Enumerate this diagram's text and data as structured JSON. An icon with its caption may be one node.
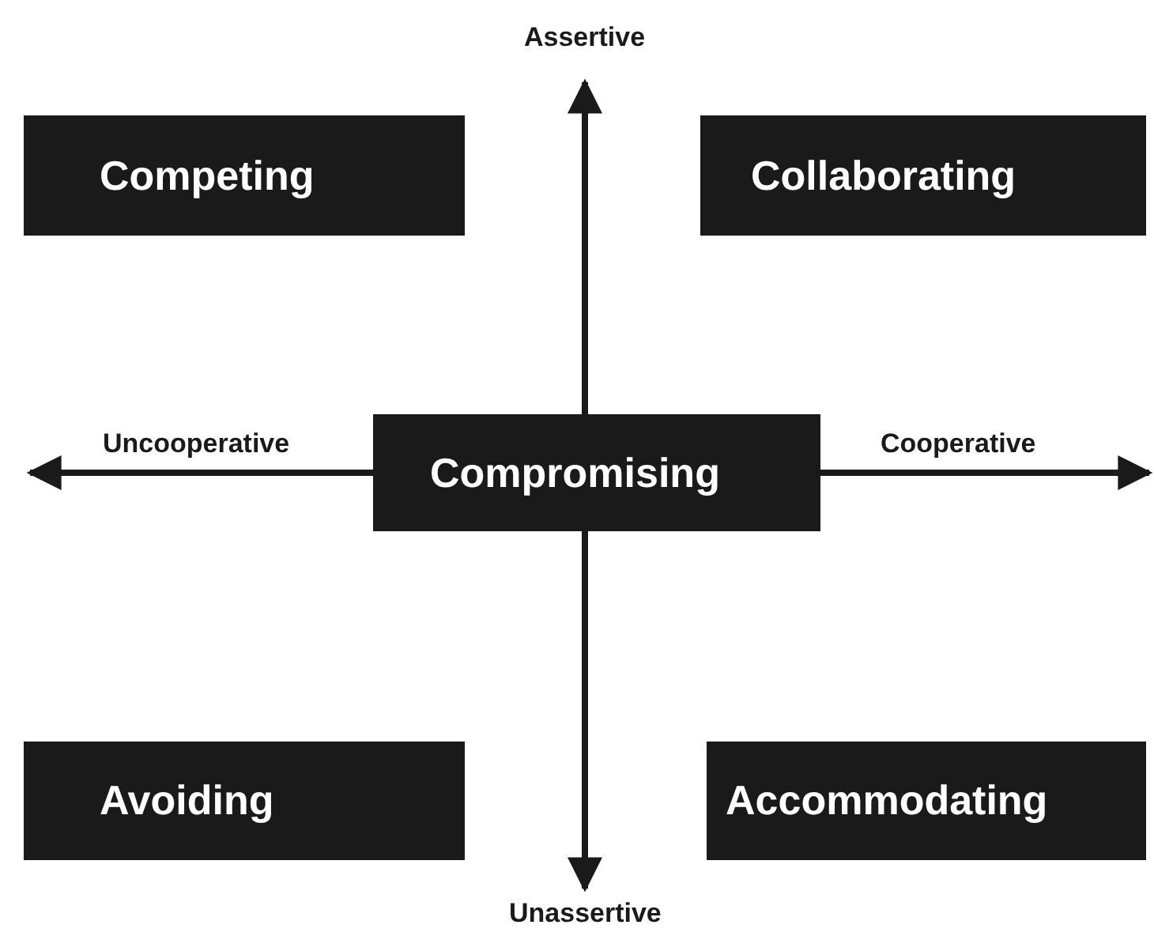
{
  "diagram": {
    "nodes": [
      {
        "text": [
          "Competing"
        ]
      },
      {
        "text": [
          "Collaborating"
        ]
      },
      {
        "text": [
          "Compromising"
        ]
      },
      {
        "text": [
          "Avoiding"
        ]
      },
      {
        "text": [
          "Accommodating"
        ]
      }
    ],
    "labels": [
      "Assertive",
      "Uncooperative",
      "Cooperative",
      "Unassertive"
    ]
  }
}
